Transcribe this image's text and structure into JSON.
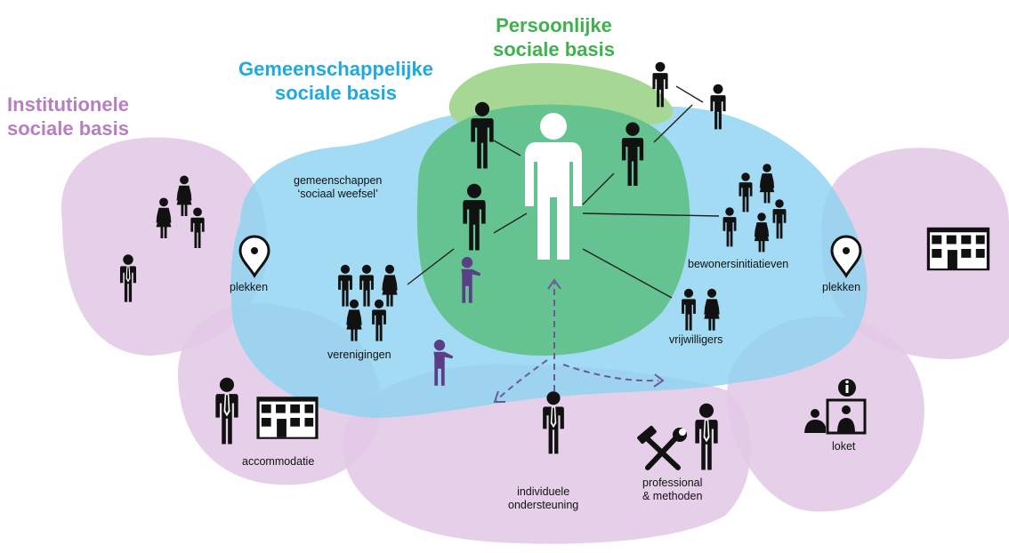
{
  "titles": {
    "institutional": [
      "Institutionele",
      "sociale basis"
    ],
    "communal": [
      "Gemeenschappelijke",
      "sociale basis"
    ],
    "personal": [
      "Persoonlijke",
      "sociale basis"
    ]
  },
  "labels": {
    "communities": [
      "gemeenschappen",
      "‘sociaal weefsel’"
    ],
    "places_left": "plekken",
    "places_right": "plekken",
    "associations": "verenigingen",
    "resident_initiatives": "bewonersinitiatieven",
    "volunteers": "vrijwilligers",
    "accommodation": "accommodatie",
    "individual_support": [
      "individuele",
      "ondersteuning"
    ],
    "professional": [
      "professional",
      "& methoden"
    ],
    "counter": "loket"
  },
  "colors": {
    "institutional": "#b67fc0",
    "institutional_fill": "#e2c9e6",
    "communal": "#1fa9e0",
    "communal_fill": "#8ed3f0",
    "personal": "#3fb14f",
    "personal_fill": "#62c28c",
    "personal_top": "#a6d795",
    "figure": "#111111",
    "staff": "#5a3e86"
  },
  "icons": [
    "person-icon",
    "staff-person-icon",
    "building-icon",
    "map-pin-icon",
    "tools-icon",
    "info-desk-icon"
  ]
}
